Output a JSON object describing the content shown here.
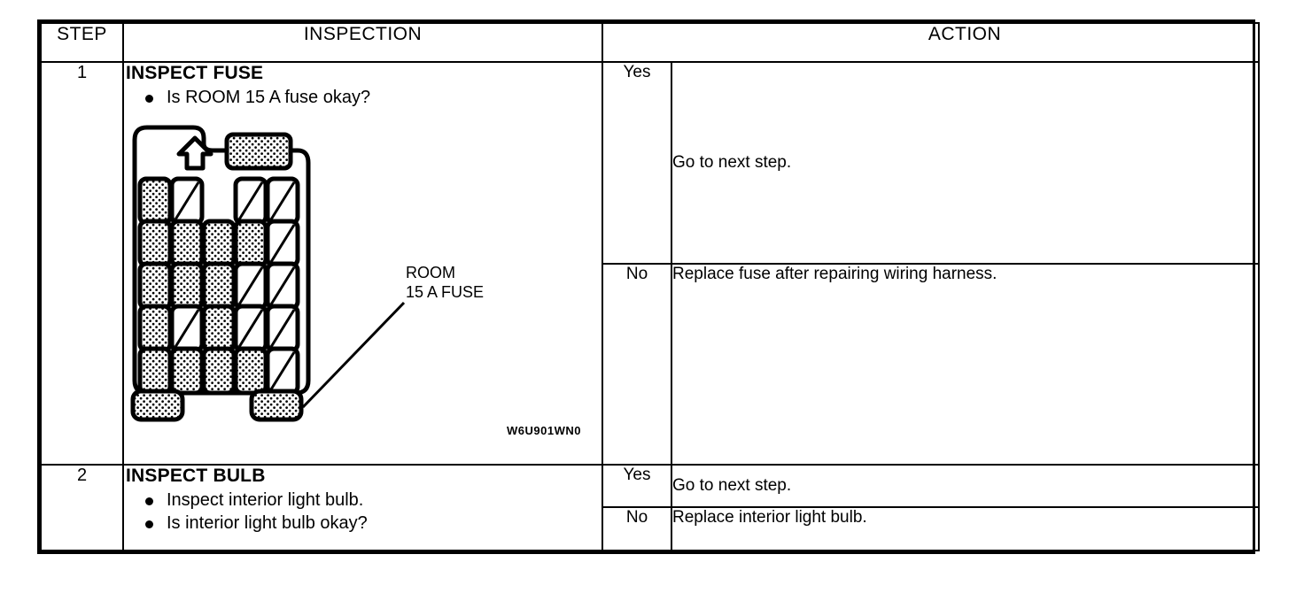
{
  "table": {
    "headers": {
      "step": "STEP",
      "inspection": "INSPECTION",
      "yesno": "",
      "action": "ACTION"
    },
    "rows": [
      {
        "step": "1",
        "inspection_title": "INSPECT FUSE",
        "inspection_bullets": [
          "Is ROOM 15 A fuse okay?"
        ],
        "answers": [
          {
            "label": "Yes",
            "action": "Go to next step."
          },
          {
            "label": "No",
            "action": "Replace fuse after repairing wiring harness."
          }
        ],
        "figure": {
          "callout": "ROOM\n15 A FUSE",
          "figure_code": "W6U901WN0"
        }
      },
      {
        "step": "2",
        "inspection_title": "INSPECT BULB",
        "inspection_bullets": [
          "Inspect interior light bulb.",
          "Is interior light bulb okay?"
        ],
        "answers": [
          {
            "label": "Yes",
            "action": "Go to next step."
          },
          {
            "label": "No",
            "action": "Replace interior light bulb."
          }
        ]
      }
    ]
  },
  "colors": {
    "ink": "#000000",
    "paper": "#ffffff"
  }
}
